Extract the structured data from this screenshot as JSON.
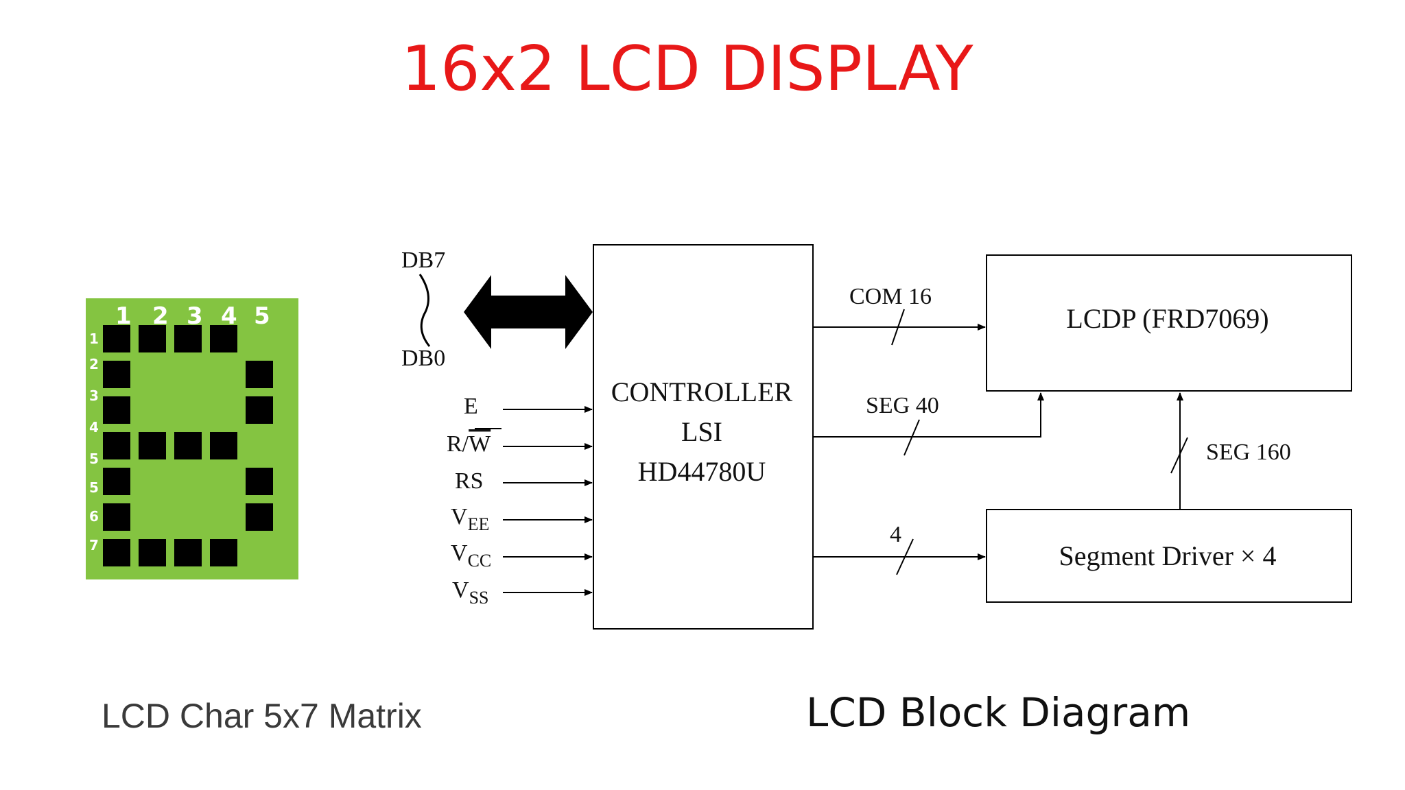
{
  "title": "16x2 LCD DISPLAY",
  "matrix": {
    "caption": "LCD Char 5x7 Matrix",
    "column_numbers": [
      "1",
      "2",
      "3",
      "4",
      "5"
    ],
    "row_numbers": [
      "1",
      "2",
      "3",
      "4",
      "5",
      "5",
      "6",
      "7"
    ],
    "pattern": [
      [
        1,
        1,
        1,
        1,
        0
      ],
      [
        1,
        0,
        0,
        0,
        1
      ],
      [
        1,
        0,
        0,
        0,
        1
      ],
      [
        1,
        1,
        1,
        1,
        0
      ],
      [
        1,
        0,
        0,
        0,
        1
      ],
      [
        1,
        0,
        0,
        0,
        1
      ],
      [
        1,
        1,
        1,
        1,
        0
      ]
    ],
    "colors": {
      "background": "#84c441",
      "pixel": "#000000",
      "label": "#ffffff"
    }
  },
  "diagram": {
    "caption": "LCD Block Diagram",
    "bus": {
      "top_label": "DB7",
      "bottom_label": "DB0"
    },
    "controller": {
      "lines": [
        "CONTROLLER",
        "LSI",
        "HD44780U"
      ]
    },
    "lcdp": {
      "label": "LCDP (FRD7069)"
    },
    "segment_driver": {
      "label": "Segment Driver × 4"
    },
    "signals": {
      "com": "COM 16",
      "seg40": "SEG 40",
      "seg160": "SEG 160",
      "driver_bus": "4"
    },
    "inputs": {
      "e": "E",
      "rw_r": "R/",
      "rw_w": "W",
      "rs": "RS",
      "vee_main": "V",
      "vee_sub": "EE",
      "vcc_main": "V",
      "vcc_sub": "CC",
      "vss_main": "V",
      "vss_sub": "SS"
    }
  },
  "colors": {
    "title": "#e81818"
  }
}
